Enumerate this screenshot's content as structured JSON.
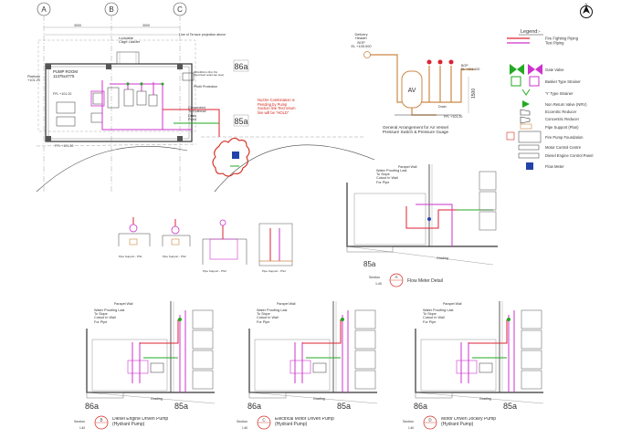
{
  "north_symbol": "N",
  "grid_bubbles": [
    "A",
    "B",
    "C"
  ],
  "plan": {
    "dims": [
      "3000",
      "3000"
    ],
    "labels": {
      "terrace": "Line of Terrace projection above",
      "cage_ladder": "Lockable\nCage Ladder",
      "pump_room": "PUMP ROOM\n11375x4775",
      "platform": "Platform\n+101.20",
      "ffl_plan": "FFL +101.20",
      "plinth": "Plinth Protection",
      "connected": "Connected\nTo External\nDrain\nPoint",
      "ffl_lower": "FFL +101.20",
      "drain_small": "400x400mm Dim Pot\nPluverised outlet sep (see)"
    },
    "section_marks": [
      "86a",
      "85a"
    ],
    "nozzle_note": "Nozzle Combination is\nPending by Pump\nSuction line Test return\nline will be \"HOLD\""
  },
  "air_vessel": {
    "delivery": "Delivery\nHeader\nBOP\nEL +105.000",
    "bop": "BOP\nEL +101.100",
    "ffl": "FFL +101.20",
    "drain": "Drain",
    "vessel": "AV",
    "dim": "1500",
    "caption": "General Arrangement for Air Vessel\nPressure Switch & Pressure Guage"
  },
  "legend": {
    "title": "Legend:-",
    "items": [
      "Fire Fighting Piping",
      "Test Piping",
      "Gate Valve",
      "Basket Type Strainer",
      "'Y' Type Strainer",
      "Non Return Valve (NRV)",
      "Eccentric Reducer",
      "Concentric Reducer",
      "Pipe Support (Plan)",
      "Fire Pump Foundation",
      "Motor Control Centre",
      "Diesel Engine Control Panel",
      "Flow Meter"
    ]
  },
  "flow_meter_detail": {
    "labels": [
      "Parapet Wall",
      "Water Proofing Last\nTo Slope\nCutout In Wall\nFor Pipe",
      "Grading"
    ],
    "mark": "85a",
    "section_word": "Section",
    "section_letter": "A",
    "caption": "Flow Meter Detail",
    "scale": "1:40"
  },
  "supports": [
    "Pipe Support - PS1",
    "Pipe Support - PS2",
    "Pipe Support - PS3",
    "Pipe Support - PS4"
  ],
  "sections": [
    {
      "letter": "B",
      "caption": "Diesel Engine Driven Pump\n(Hydrant Pump)",
      "scale": "1:40",
      "marks": [
        "86a",
        "85a"
      ],
      "parapet": "Parapet Wall",
      "water": "Water Proofing Last\nTo Slope\nCutout In Wall\nFor Pipe",
      "grading": "Grading"
    },
    {
      "letter": "C",
      "caption": "Electrical Motor Driven Pump\n(Hydrant Pump)",
      "scale": "1:40",
      "marks": [
        "86a",
        "85a"
      ],
      "parapet": "Parapet Wall",
      "water": "Water Proofing Last\nTo Slope\nCutout In Wall\nFor Pipe",
      "grading": "Grading"
    },
    {
      "letter": "D",
      "caption": "Motor Driven Jockey Pump\n(Hydrant Pump)",
      "scale": "1:40",
      "marks": [
        "86a",
        "85a"
      ],
      "parapet": "Parapet Wall",
      "water": "Water Proofing Last\nTo Slope\nCutout In Wall\nFor Pipe",
      "grading": "Grading"
    }
  ],
  "section_word": "Section",
  "colors": {
    "fire_pipe": "#22aa22",
    "test_pipe": "#cc33cc",
    "note_red": "#d42a1e",
    "vessel_orange": "#cc8844"
  }
}
